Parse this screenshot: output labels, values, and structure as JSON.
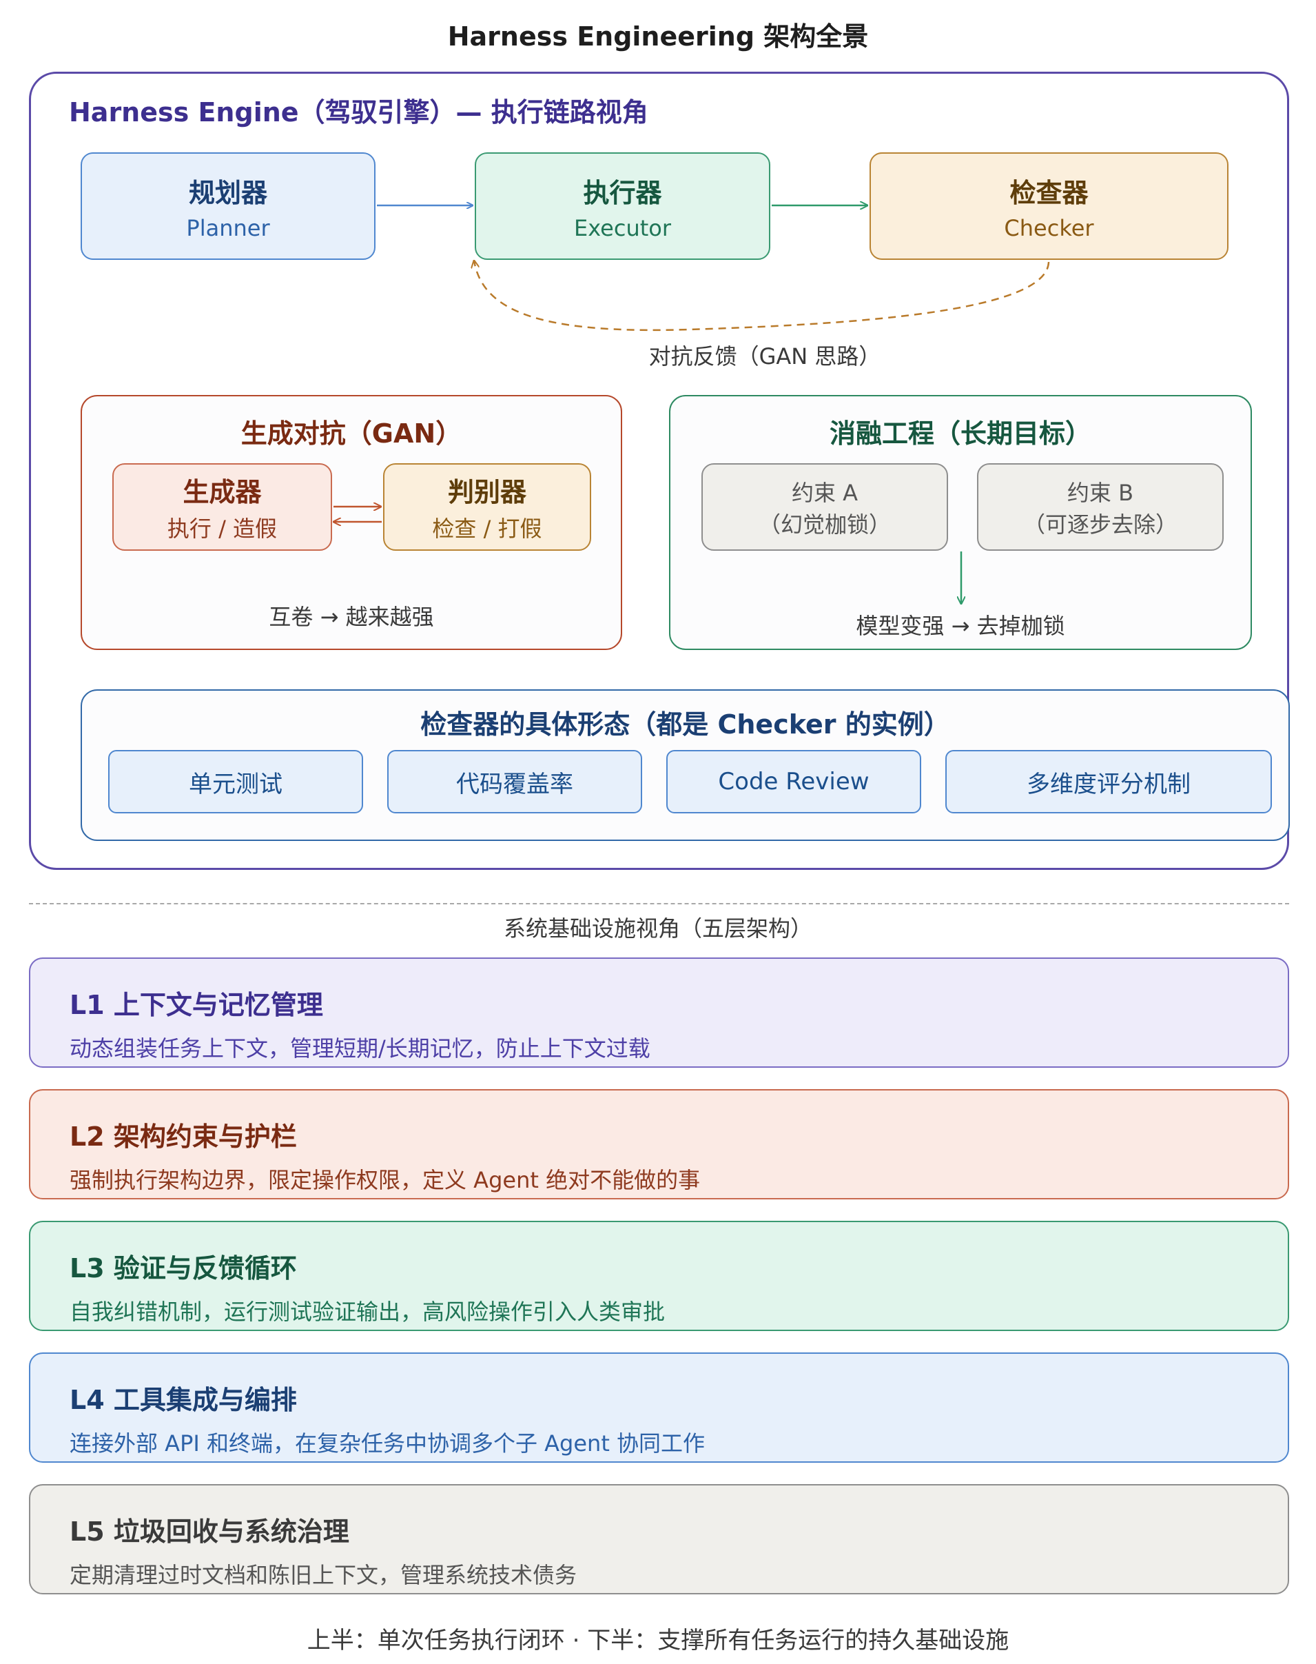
{
  "title": "Harness Engineering 架构全景",
  "engine": {
    "title": "Harness Engine（驾驭引擎）— 执行链路视角",
    "planner": {
      "title": "规划器",
      "sub": "Planner"
    },
    "executor": {
      "title": "执行器",
      "sub": "Executor"
    },
    "checker": {
      "title": "检查器",
      "sub": "Checker"
    },
    "feedback_label": "对抗反馈（GAN 思路）"
  },
  "gan": {
    "title": "生成对抗（GAN）",
    "generator": {
      "title": "生成器",
      "sub": "执行 / 造假"
    },
    "discriminator": {
      "title": "判别器",
      "sub": "检查 / 打假"
    },
    "note": "互卷 → 越来越强"
  },
  "ablation": {
    "title": "消融工程（长期目标）",
    "constraint_a": {
      "line1": "约束 A",
      "line2": "（幻觉枷锁）"
    },
    "constraint_b": {
      "line1": "约束 B",
      "line2": "（可逐步去除）"
    },
    "note": "模型变强 → 去掉枷锁"
  },
  "checker_forms": {
    "title": "检查器的具体形态（都是 Checker 的实例）",
    "items": [
      "单元测试",
      "代码覆盖率",
      "Code Review",
      "多维度评分机制"
    ]
  },
  "infra_label": "系统基础设施视角（五层架构）",
  "layers": [
    {
      "title": "L1 上下文与记忆管理",
      "desc": "动态组装任务上下文，管理短期/长期记忆，防止上下文过载"
    },
    {
      "title": "L2 架构约束与护栏",
      "desc": "强制执行架构边界，限定操作权限，定义 Agent 绝对不能做的事"
    },
    {
      "title": "L3 验证与反馈循环",
      "desc": "自我纠错机制，运行测试验证输出，高风险操作引入人类审批"
    },
    {
      "title": "L4 工具集成与编排",
      "desc": "连接外部 API 和终端，在复杂任务中协调多个子 Agent 协同工作"
    },
    {
      "title": "L5 垃圾回收与系统治理",
      "desc": "定期清理过时文档和陈旧上下文，管理系统技术债务"
    }
  ],
  "footer": "上半：单次任务执行闭环  ·  下半：支撑所有任务运行的持久基础设施",
  "colors": {
    "planner_arrow": "#4f87cf",
    "executor_arrow": "#2e9a6a",
    "feedback_arrow": "#b97a2a",
    "gan_arrow": "#c0552e",
    "ablation_arrow": "#2e9a6a"
  }
}
